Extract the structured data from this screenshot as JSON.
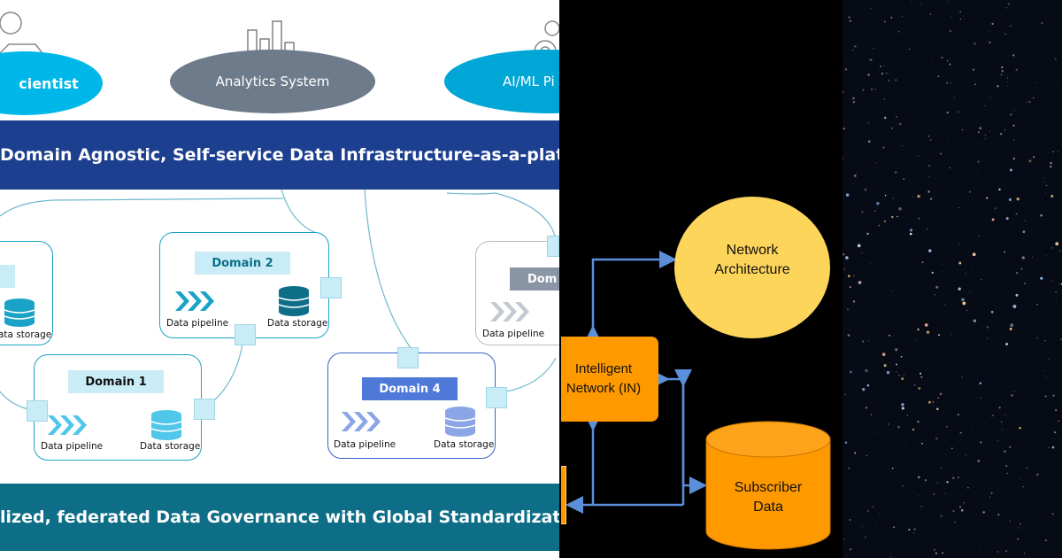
{
  "panel1": {
    "top_nodes": [
      {
        "label": "cientist"
      },
      {
        "label": "Analytics System"
      },
      {
        "label": "AI/ML Pi"
      }
    ],
    "infra_bar": "Domain Agnostic, Self-service Data Infrastructure-as-a-platforn",
    "governance_bar": "lized, federated Data Governance with Global Standardization and Interc",
    "domains": [
      {
        "label": "Domain 2",
        "pipeline": "Data pipeline",
        "storage": "Data storage"
      },
      {
        "label": "Domain 1",
        "pipeline": "Data pipeline",
        "storage": "Data storage"
      },
      {
        "label": "Domain 4",
        "pipeline": "Data pipeline",
        "storage": "Data storage"
      },
      {
        "label": "Dom",
        "pipeline": "Data pipeline"
      }
    ],
    "left_partial": {
      "storage": "ata storage"
    },
    "colors": {
      "navy": "#1c3f8f",
      "teal": "#0e6e87",
      "cyan": "#00b7ea",
      "gray": "#6e7b8b",
      "light_cyan": "#c9ecf6"
    }
  },
  "panel2": {
    "nodes": [
      {
        "label_lines": [
          "Network",
          "Architecture"
        ]
      },
      {
        "label_lines": [
          "Intelligent",
          "Network (IN)"
        ]
      },
      {
        "label_lines": [
          "Subscriber",
          "Data"
        ]
      }
    ],
    "colors": {
      "yellow": "#fdd55b",
      "orange": "#ff9900",
      "arrow": "#5b8fd9"
    }
  }
}
